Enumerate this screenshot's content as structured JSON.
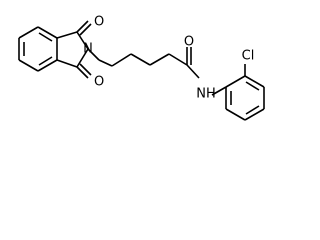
{
  "molecule": {
    "atom_labels": {
      "oxygen_top_imide": "O",
      "oxygen_bottom_imide": "O",
      "nitrogen_imide": "N",
      "oxygen_amide": "O",
      "nitrogen_amide": "NH",
      "chlorine": "Cl"
    },
    "colors": {
      "bond": "#000000",
      "label": "#000000",
      "background": "#ffffff"
    }
  }
}
